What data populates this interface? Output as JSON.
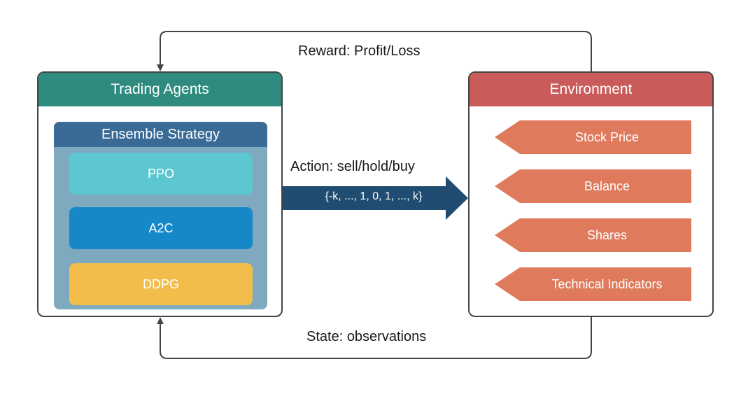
{
  "agents": {
    "title": "Trading Agents",
    "ensemble_title": "Ensemble Strategy",
    "algorithms": [
      "PPO",
      "A2C",
      "DDPG"
    ]
  },
  "environment": {
    "title": "Environment",
    "states": [
      "Stock Price",
      "Balance",
      "Shares",
      "Technical Indicators"
    ]
  },
  "flows": {
    "reward": "Reward: Profit/Loss",
    "action": "Action: sell/hold/buy",
    "action_range": "{-k, ..., 1, 0, 1, ..., k}",
    "state": "State: observations"
  },
  "colors": {
    "agents_header": "#2e8b7e",
    "environment_header": "#c95b5a",
    "ensemble_header": "#3a6b97",
    "ensemble_body": "#7ea9bf",
    "ppo": "#5cc7d0",
    "a2c": "#1688c8",
    "ddpg": "#f3bd4c",
    "state_tag": "#df7a5d",
    "action_arrow": "#1f4c70",
    "connector": "#444444"
  }
}
